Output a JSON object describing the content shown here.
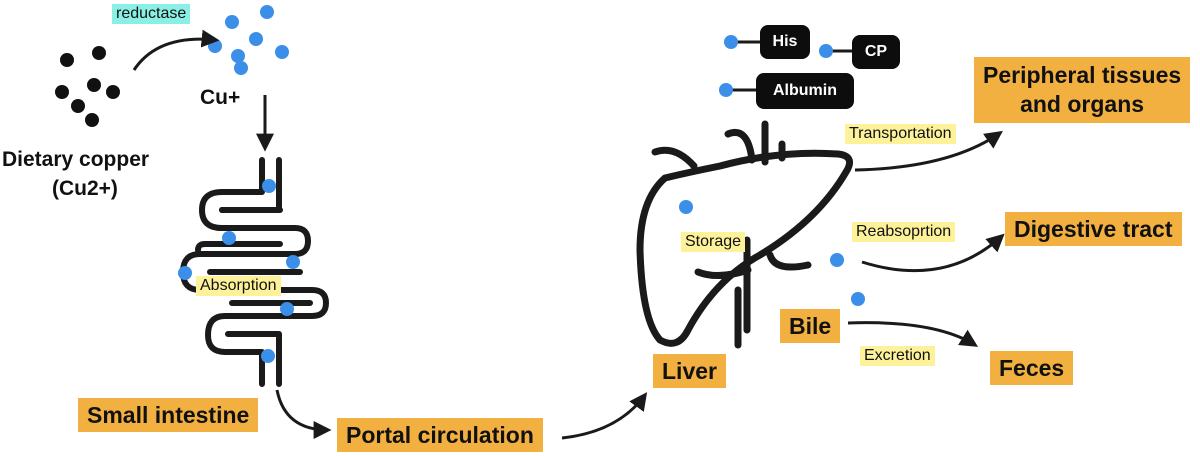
{
  "colors": {
    "orange_box": "#f2b040",
    "yellow_tag": "#fdf29a",
    "cyan_tag": "#8af0e6",
    "copper_ion": "#3b8fe8",
    "dietary_copper": "#111111",
    "line": "#1a1a1a"
  },
  "labels": {
    "reductase": "reductase",
    "cu_plus": "Cu+",
    "dietary_copper": "Dietary copper",
    "dietary_copper_formula": "(Cu2+)",
    "absorption": "Absorption",
    "small_intestine": "Small intestine",
    "portal_circulation": "Portal circulation",
    "liver": "Liver",
    "storage": "Storage",
    "bile": "Bile",
    "transportation": "Transportation",
    "reabsorption": "Reabsoprtion",
    "excretion": "Excretion",
    "peripheral_line1": "Peripheral tissues",
    "peripheral_line2": "and organs",
    "digestive_tract": "Digestive tract",
    "feces": "Feces"
  },
  "carriers": [
    "His",
    "CP",
    "Albumin"
  ],
  "icons": {
    "intestine": "small-intestine-icon",
    "liver": "liver-icon"
  }
}
